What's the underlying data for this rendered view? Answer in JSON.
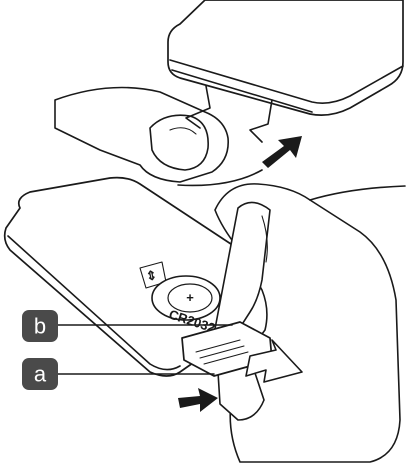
{
  "callouts": {
    "b": "b",
    "a": "a"
  },
  "battery": {
    "polarity": "+",
    "model": "CR2032"
  },
  "colors": {
    "badge": "#4a4a4a",
    "stroke": "#1a1a1a"
  }
}
